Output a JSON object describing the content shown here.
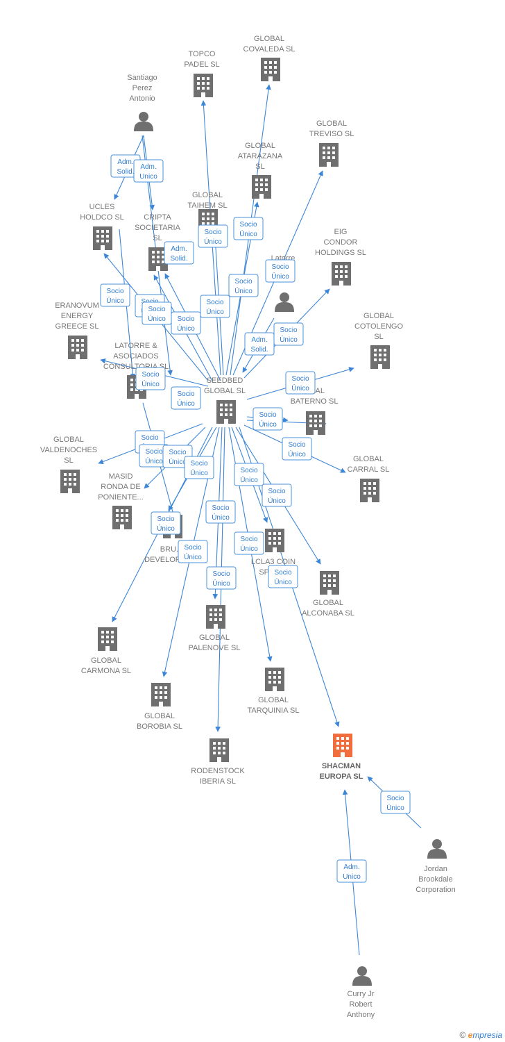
{
  "colors": {
    "edge": "#3d86d6",
    "building": "#6f6f6f",
    "focus_building": "#f26d3d",
    "person": "#6f6f6f",
    "badge_border": "#4a90d9",
    "badge_text": "#2f7dd0"
  },
  "footer": {
    "copyright": "©",
    "brand_initial": "e",
    "brand_rest": "mpresia"
  },
  "nodes": [
    {
      "id": "topco",
      "type": "company",
      "label": [
        "TOPCO",
        "PADEL  SL"
      ]
    },
    {
      "id": "covaleda",
      "type": "company",
      "label": [
        "GLOBAL",
        "COVALEDA  SL"
      ]
    },
    {
      "id": "santiago",
      "type": "person",
      "label": [
        "Santiago",
        "Perez",
        "Antonio"
      ]
    },
    {
      "id": "treviso",
      "type": "company",
      "label": [
        "GLOBAL",
        "TREVISO  SL"
      ]
    },
    {
      "id": "atarazana",
      "type": "company",
      "label": [
        "GLOBAL",
        "ATARAZANA",
        "SL"
      ]
    },
    {
      "id": "taihem",
      "type": "company",
      "label": [
        "GLOBAL",
        "TAIHEM SL"
      ]
    },
    {
      "id": "ucles",
      "type": "company",
      "label": [
        "UCLES",
        "HOLDCO  SL"
      ]
    },
    {
      "id": "cripta",
      "type": "company",
      "label": [
        "CRIPTA",
        "SOCIETARIA",
        "SL"
      ]
    },
    {
      "id": "eig",
      "type": "company",
      "label": [
        "EIG",
        "CONDOR",
        "HOLDINGS  SL"
      ]
    },
    {
      "id": "latorre_p",
      "type": "person",
      "label": [
        "Latorre",
        "...",
        "...ro"
      ]
    },
    {
      "id": "eranovum",
      "type": "company",
      "label": [
        "ERANOVUM",
        "ENERGY",
        "GREECE  SL"
      ]
    },
    {
      "id": "cotolengo",
      "type": "company",
      "label": [
        "GLOBAL",
        "COTOLENGO",
        "SL"
      ]
    },
    {
      "id": "latorre_a",
      "type": "company",
      "label": [
        "LATORRE &",
        "ASOCIADOS",
        "CONSULTORIA SL"
      ]
    },
    {
      "id": "seedbed",
      "type": "company",
      "label": [
        "SEEDBED",
        "GLOBAL  SL"
      ]
    },
    {
      "id": "baterno",
      "type": "company",
      "label": [
        "...BAL",
        "BATERNO  SL"
      ]
    },
    {
      "id": "valdenoches",
      "type": "company",
      "label": [
        "GLOBAL",
        "VALDENOCHES",
        "SL"
      ]
    },
    {
      "id": "carral",
      "type": "company",
      "label": [
        "GLOBAL",
        "CARRAL  SL"
      ]
    },
    {
      "id": "masid",
      "type": "company",
      "label": [
        "MASID",
        "RONDA DE",
        "PONIENTE..."
      ]
    },
    {
      "id": "bru",
      "type": "company",
      "label": [
        "BRU...",
        "DEVELOPM...A"
      ]
    },
    {
      "id": "lcla3",
      "type": "company",
      "label": [
        "LCLA3 COIN",
        "SPAIN..."
      ]
    },
    {
      "id": "alconaba",
      "type": "company",
      "label": [
        "GLOBAL",
        "ALCONABA  SL"
      ]
    },
    {
      "id": "palenove",
      "type": "company",
      "label": [
        "GLOBAL",
        "PALENOVE  SL"
      ]
    },
    {
      "id": "carmona",
      "type": "company",
      "label": [
        "GLOBAL",
        "CARMONA  SL"
      ]
    },
    {
      "id": "tarquinia",
      "type": "company",
      "label": [
        "GLOBAL",
        "TARQUINIA  SL"
      ]
    },
    {
      "id": "borobia",
      "type": "company",
      "label": [
        "GLOBAL",
        "BOROBIA  SL"
      ]
    },
    {
      "id": "rodenstock",
      "type": "company",
      "label": [
        "RODENSTOCK",
        "IBERIA  SL"
      ]
    },
    {
      "id": "shacman",
      "type": "focus",
      "label": [
        "SHACMAN",
        "EUROPA  SL"
      ]
    },
    {
      "id": "jordan",
      "type": "person",
      "label": [
        "Jordan",
        "Brookdale",
        "Corporation"
      ]
    },
    {
      "id": "curry",
      "type": "person",
      "label": [
        "Curry Jr",
        "Robert",
        "Anthony"
      ]
    }
  ],
  "roles": [
    [
      "Adm.",
      "Solid."
    ],
    [
      "Adm.",
      "Unico"
    ],
    [
      "Adm.",
      "Solid."
    ],
    [
      "Socio",
      "Único"
    ],
    [
      "Socio",
      "Único"
    ],
    [
      "Socio",
      "Único"
    ],
    [
      "Socio",
      "Único"
    ],
    [
      "Socio",
      "Único"
    ],
    [
      "Socio",
      "Único"
    ],
    [
      "Socio",
      "Único"
    ],
    [
      "Socio",
      "Único"
    ],
    [
      "Socio",
      "Único"
    ],
    [
      "Socio",
      "Único"
    ],
    [
      "Adm.",
      "Solid."
    ],
    [
      "Socio",
      "Único"
    ],
    [
      "Socio",
      "Único"
    ],
    [
      "Socio",
      "Único"
    ],
    [
      "Socio",
      "Único"
    ],
    [
      "Socio",
      "Único"
    ],
    [
      "Socio",
      "Único"
    ],
    [
      "Socio",
      "Único"
    ],
    [
      "Socio",
      "Único"
    ],
    [
      "Socio",
      "Único"
    ],
    [
      "Socio",
      "Único"
    ],
    [
      "Socio",
      "Único"
    ],
    [
      "Socio",
      "Único"
    ],
    [
      "Socio",
      "Único"
    ],
    [
      "Socio",
      "Único"
    ],
    [
      "Socio",
      "Único"
    ],
    [
      "Socio",
      "Único"
    ],
    [
      "Socio",
      "Único"
    ],
    [
      "Socio",
      "Único"
    ],
    [
      "Adm.",
      "Unico"
    ]
  ]
}
